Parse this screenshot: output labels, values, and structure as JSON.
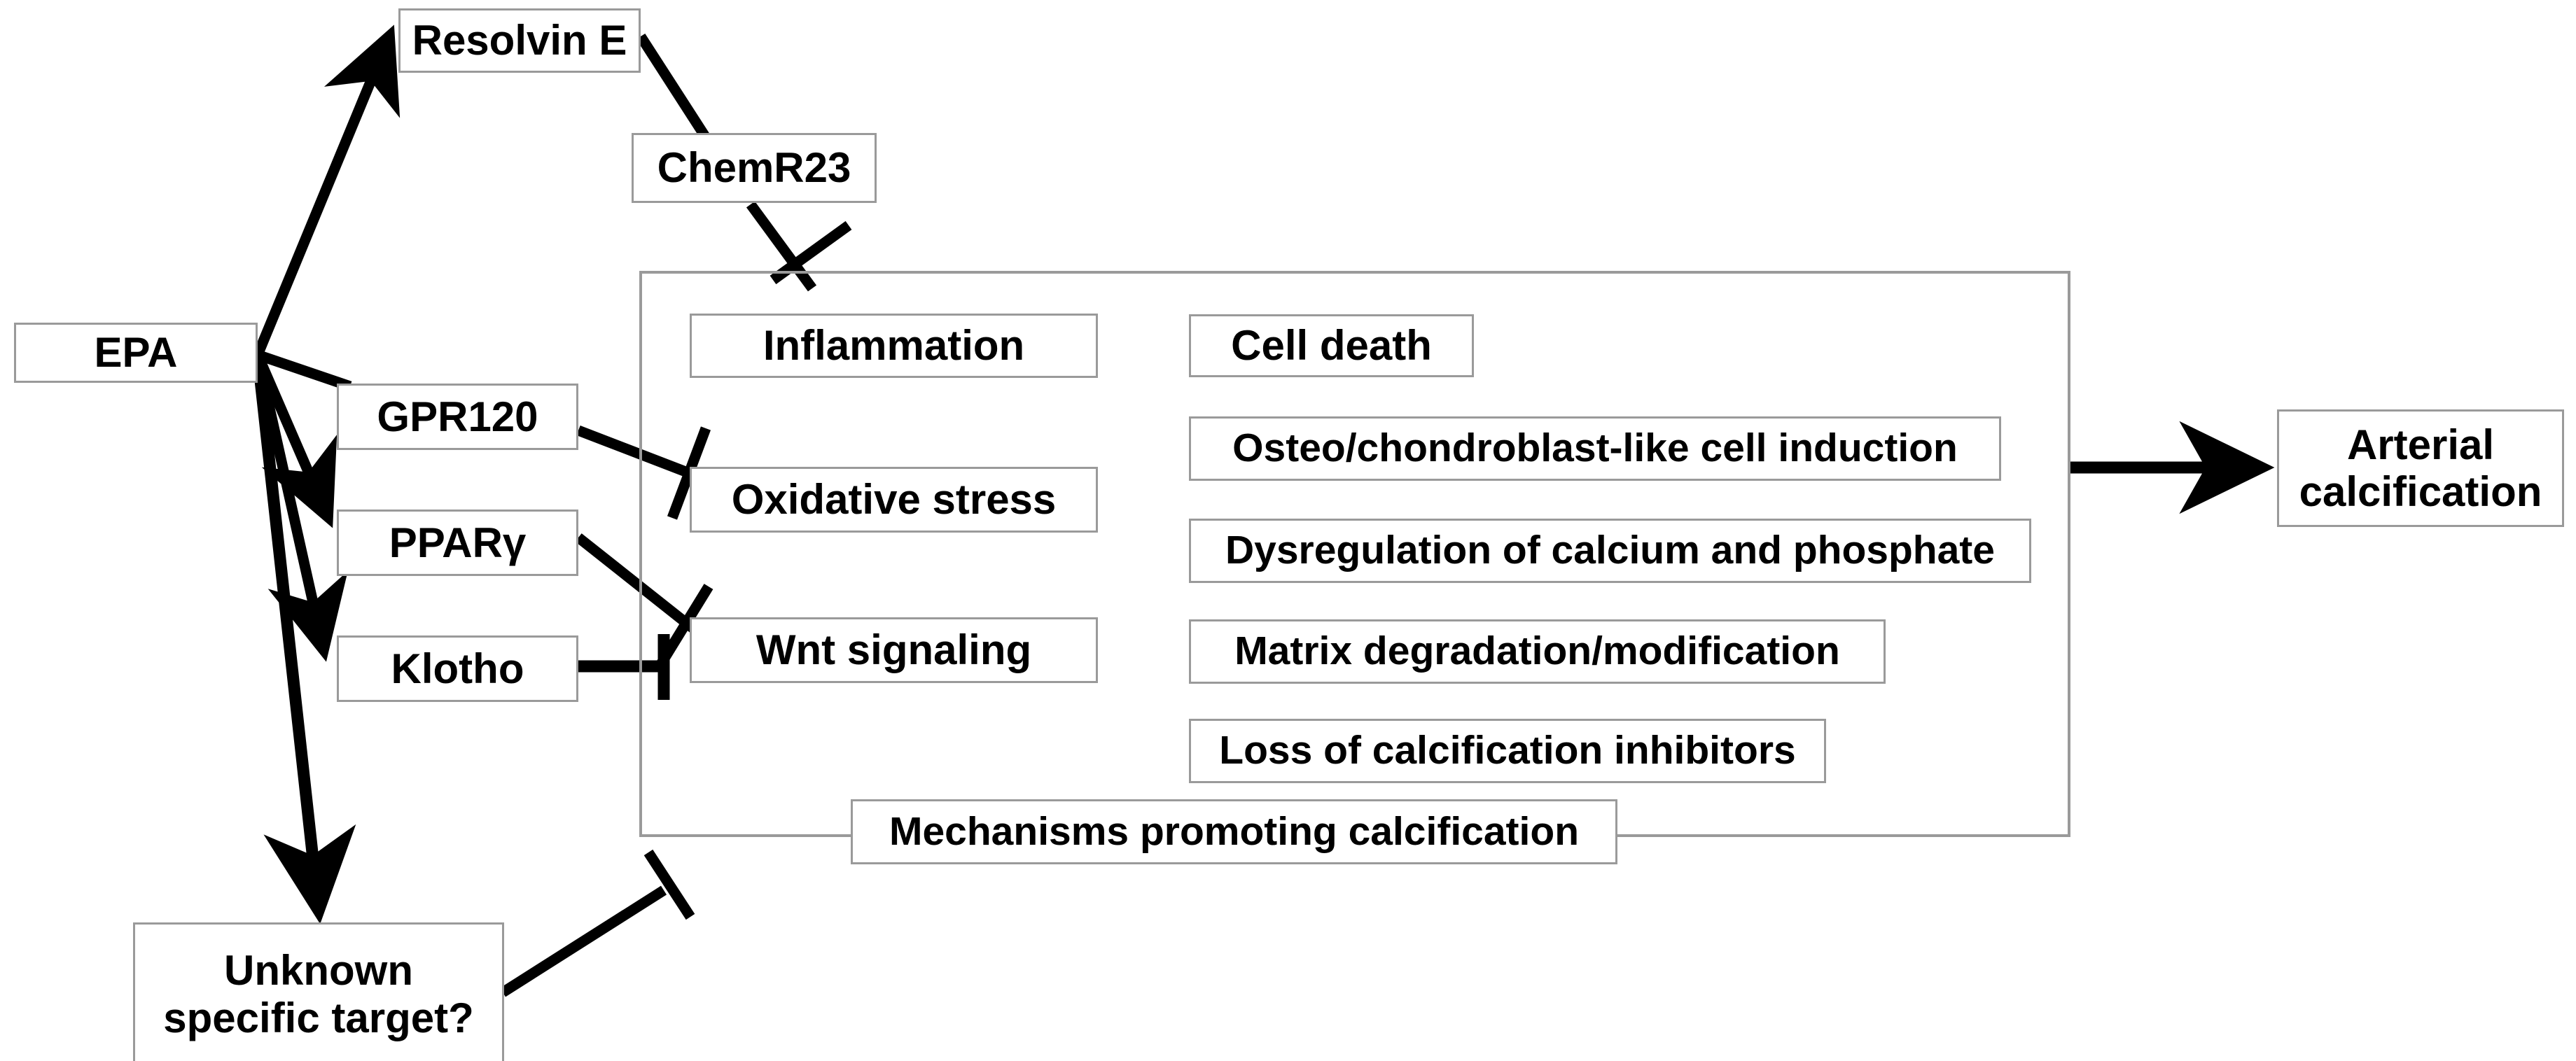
{
  "diagram": {
    "title": "EPA mechanisms in arterial calcification",
    "colors": {
      "box_border": "#9a9a9a",
      "edge": "#000000",
      "background": "#ffffff",
      "text": "#000000"
    },
    "nodes": {
      "epa": {
        "label": "EPA"
      },
      "resolvin_e": {
        "label": "Resolvin E"
      },
      "chemr23": {
        "label": "ChemR23"
      },
      "gpr120": {
        "label": "GPR120"
      },
      "ppar_gamma": {
        "label": "PPARγ"
      },
      "klotho": {
        "label": "Klotho"
      },
      "unknown_target": {
        "label": "Unknown\nspecific target?"
      },
      "inflammation": {
        "label": "Inflammation"
      },
      "oxidative_stress": {
        "label": "Oxidative stress"
      },
      "wnt_signaling": {
        "label": "Wnt signaling"
      },
      "cell_death": {
        "label": "Cell death"
      },
      "osteo_induction": {
        "label": "Osteo/chondroblast-like cell induction"
      },
      "calcium_phosphate": {
        "label": "Dysregulation of calcium and phosphate"
      },
      "matrix_degradation": {
        "label": "Matrix degradation/modification"
      },
      "calcification_inhibitors": {
        "label": "Loss of calcification inhibitors"
      },
      "mechanisms_group": {
        "label": "Mechanisms promoting calcification"
      },
      "arterial_calcification": {
        "label": "Arterial\ncalcification"
      }
    },
    "edges": [
      {
        "from": "epa",
        "to": "resolvin_e",
        "type": "activation-arrow"
      },
      {
        "from": "resolvin_e",
        "to": "chemr23",
        "type": "plain-line"
      },
      {
        "from": "chemr23",
        "to": "mechanisms_group",
        "type": "inhibition-bar"
      },
      {
        "from": "epa",
        "to": "gpr120",
        "type": "plain-line"
      },
      {
        "from": "epa",
        "to": "ppar_gamma",
        "type": "activation-arrow"
      },
      {
        "from": "epa",
        "to": "klotho",
        "type": "activation-arrow"
      },
      {
        "from": "epa",
        "to": "unknown_target",
        "type": "activation-arrow"
      },
      {
        "from": "gpr120",
        "to": "oxidative_stress",
        "type": "inhibition-bar"
      },
      {
        "from": "ppar_gamma",
        "to": "wnt_signaling",
        "type": "inhibition-bar"
      },
      {
        "from": "klotho",
        "to": "wnt_signaling",
        "type": "inhibition-bar"
      },
      {
        "from": "unknown_target",
        "to": "mechanisms_group",
        "type": "inhibition-bar"
      },
      {
        "from": "mechanisms_group",
        "to": "arterial_calcification",
        "type": "activation-arrow"
      }
    ]
  }
}
